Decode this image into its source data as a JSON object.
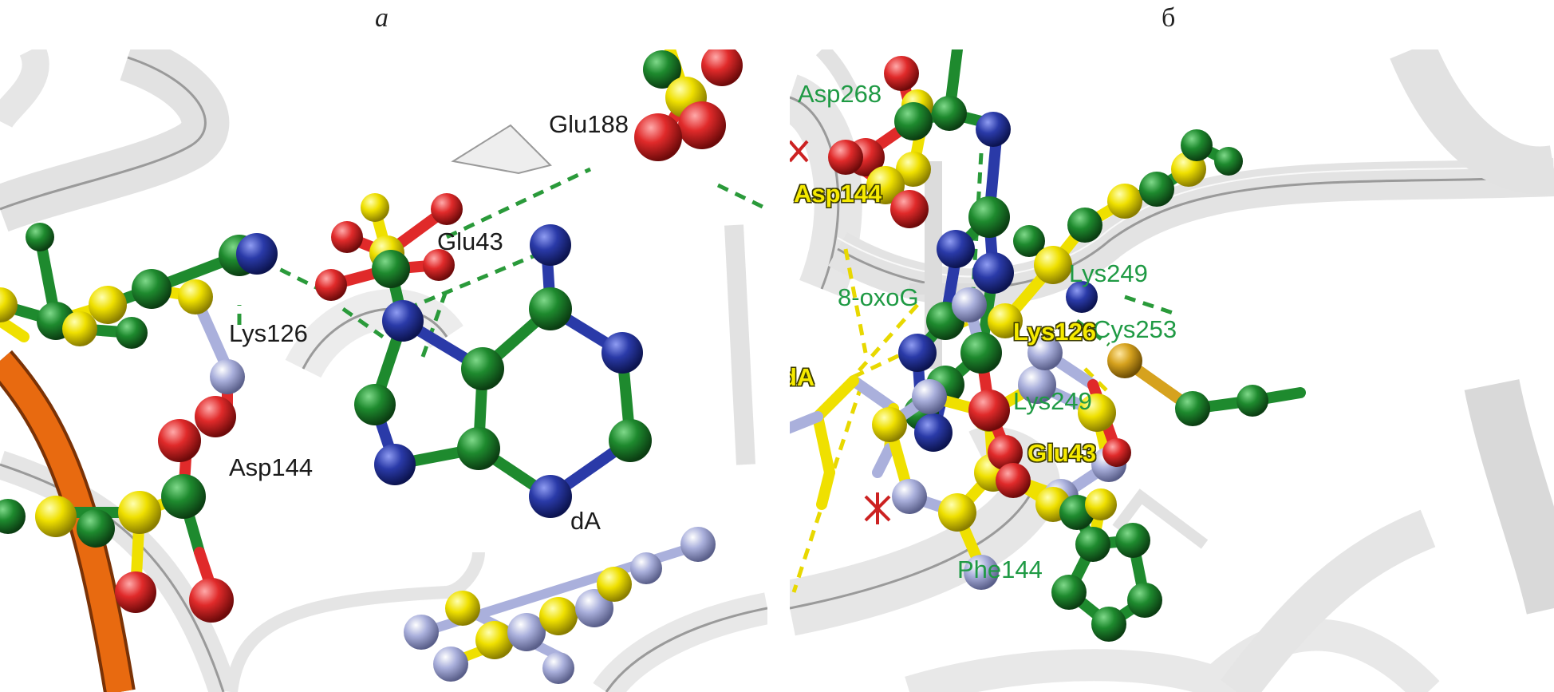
{
  "panels": {
    "a": {
      "letter": "a",
      "labels": {
        "glu188": "Glu188",
        "glu43": "Glu43",
        "lys126": "Lys126",
        "asp144": "Asp144",
        "da": "dA"
      }
    },
    "b": {
      "letter": "б",
      "labels": {
        "asp268": "Asp268",
        "asp144": "Asp144",
        "oxog": "8-oxoG",
        "lys249_top": "Lys249",
        "cys253": "Cys253",
        "lys126": "Lys126",
        "da": "dA",
        "lys249_mid": "Lys249",
        "glu43": "Glu43",
        "phe144": "Phe144"
      }
    }
  },
  "colors": {
    "carbon_green": "#1e8a2e",
    "carbon_yellow": "#f2e600",
    "nitrogen": "#2a3aa8",
    "nitrogen_light": "#aab0dc",
    "oxygen": "#e02a2a",
    "sulfur": "#d6a21e",
    "dna_backbone": "#e86a10",
    "ribbon": "#e9e9e9",
    "hbond": "#2a9a3a",
    "hbond_yellow": "#e8d800"
  },
  "icons": [
    "atom-sphere-icon",
    "bond-stick-icon",
    "hbond-dash-icon",
    "deleted-contact-cross-icon"
  ]
}
